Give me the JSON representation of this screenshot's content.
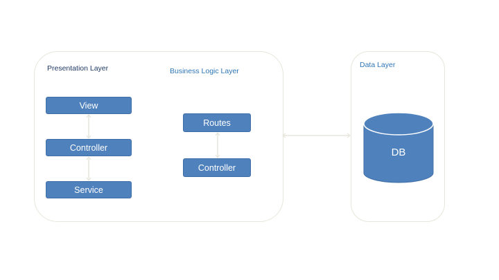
{
  "colors": {
    "box_fill": "#4f81bd",
    "presentation_label": "#1f3864",
    "layer_label": "#2e75b6",
    "connector": "#e6e6dc",
    "container_border": "#e6e6dc"
  },
  "presentation_layer": {
    "title": "Presentation Layer",
    "boxes": {
      "view": "View",
      "controller": "Controller",
      "service": "Service"
    }
  },
  "business_logic_layer": {
    "title": "Business Logic Layer",
    "boxes": {
      "routes": "Routes",
      "controller": "Controller"
    }
  },
  "data_layer": {
    "title": "Data Layer",
    "db": "DB"
  }
}
